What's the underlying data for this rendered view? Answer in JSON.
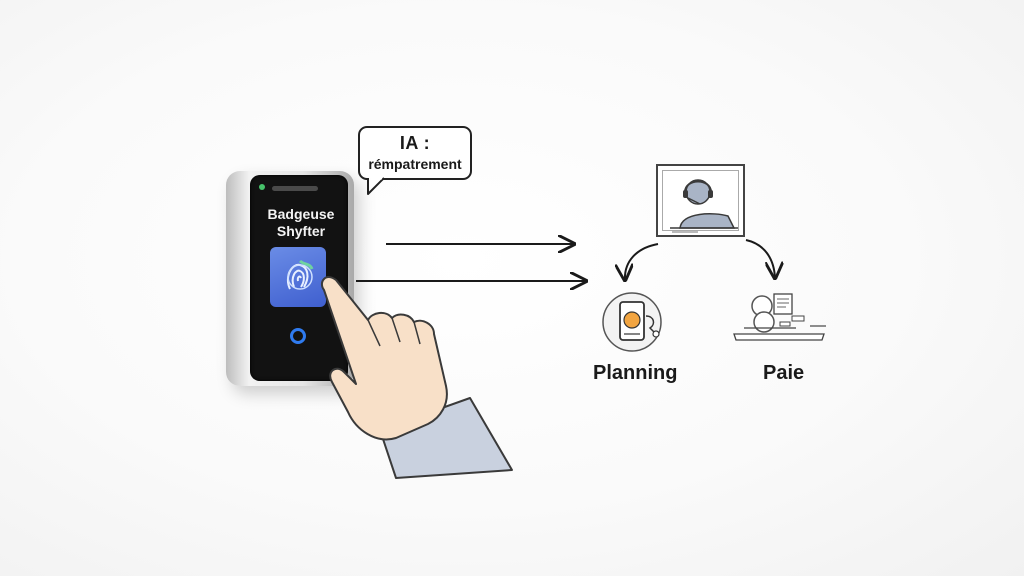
{
  "bubble": {
    "title": "IA :",
    "text": "rémpatrement"
  },
  "device": {
    "label": "Badgeuse\nShyfter"
  },
  "outputs": {
    "planning_label": "Planning",
    "paie_label": "Paie"
  },
  "colors": {
    "ink": "#1a1a1a",
    "screen": "#121212",
    "tile_blue": "#4a6ad8",
    "ring_blue": "#2f7bf0",
    "led_green": "#46c26a",
    "skin": "#f8e0c8",
    "sleeve": "#c9d1df",
    "planning_accent": "#f2a541"
  },
  "icons": [
    "speech-bubble-icon",
    "fingerprint-icon",
    "headset-agent-icon",
    "tablet-clock-icon",
    "payroll-desk-icon",
    "hand-pointer-icon"
  ]
}
